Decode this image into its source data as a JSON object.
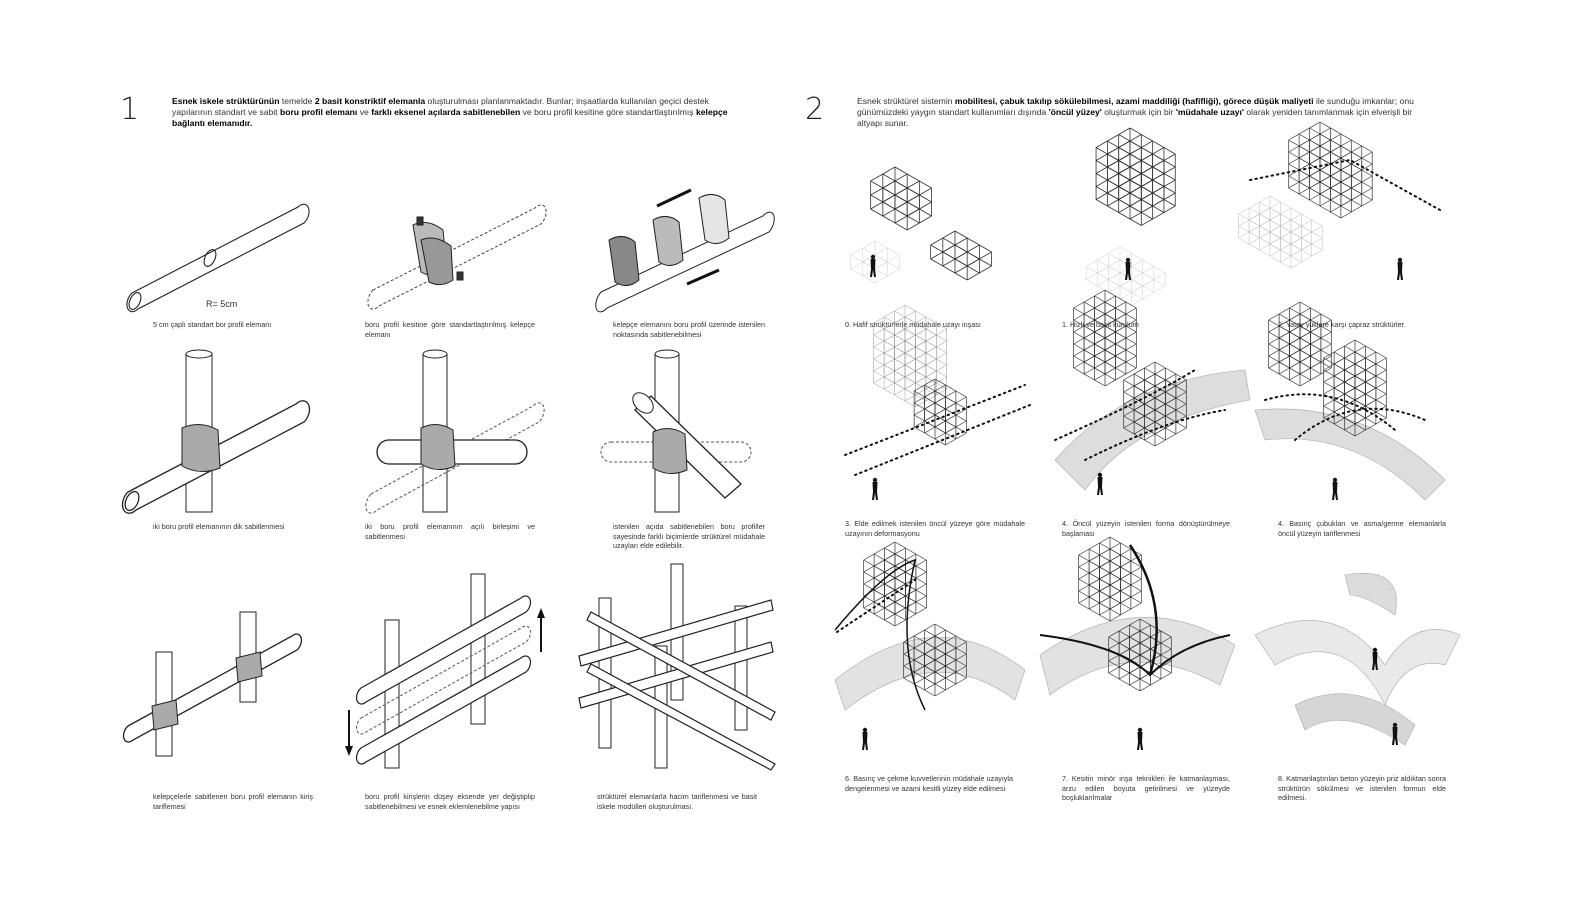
{
  "section1": {
    "number": "1",
    "intro": {
      "p1": "Esnek iskele strüktürünün",
      "p2": " temelde ",
      "p3": "2 basit konstriktif elemanla",
      "p4": " oluşturulması planlanmaktadır. Bunlar; inşaatlarda kullanılan geçici destek yapılarının standart ve sabit ",
      "p5": "boru profil elemanı",
      "p6": " ve ",
      "p7": "farklı eksenel açılarda sabitlenebilen",
      "p8": " ve boru profil kesitine göre standartlaştırılmış ",
      "p9": "kelepçe bağlantı elemanıdır."
    },
    "radius_label": "R= 5cm",
    "captions": [
      "5 cm çaplı standart bor profil elemanı",
      "boru profil kesitine göre standartlaştırılmış kelepçe elemanı",
      "kelepçe elemanını boru profil üzerinde istenilen noktasında sabitlenebilmesi",
      "iki boru profil elemanının dik sabitlenmesi",
      "iki boru profil elemanının açılı birleşimi ve sabitlenmesi",
      "istenilen açıda sabitlenebilen boru profiller sayesinde farklı biçimlerde strüktürel müdahale uzayları elde edilebilir.",
      "kelepçelerle sabitlenen boru profil elemanın kiriş tariflemesi",
      "boru profil kirişlerin düşey eksende yer değiştiplip sabitlenebilmesi ve esnek eklemlenebilme yapısı",
      "strüktürel elemanlarla hacim tariflenmesi ve basit iskele modülleri oluşturulması."
    ]
  },
  "section2": {
    "number": "2",
    "intro": {
      "p1": "Esnek strüktürel sistemin ",
      "p2": "mobilitesi, çabuk takılıp sökülebilmesi, azami maddiliği (hafifliği), görece düşük maliyeti",
      "p3": " ile sunduğu imkanlar; onu günümüzdeki yaygın standart kullanımları dışında ",
      "p4": "'öncül yüzey'",
      "p5": " oluşturmak için bir ",
      "p6": "'müdahale uzayı'",
      "p7": " olarak yeniden tanımlanmak için elverişli bir altyapı sunar."
    },
    "captions": [
      "0. Hafif strüktürlerle müdahale uzayı inşası",
      "1. Hızlı ve basit kurulum",
      "2. Yatay yüklere karşı çapraz strüktürler",
      "3. Elde edilmek istenilen öncül yüzeye göre müdahale uzayının deformasyonu",
      "4. Öncül yüzeyin istenilen forma dönüştürülmeye başlaması",
      "4. Basınç çubukları ve asma/germe elemanlarla öncül yüzeyin tariflenmesi",
      "6. Basınç ve çekme kuvvetlerinin müdahale uzayıyla dengelenmesi ve azami kesitli yüzey elde edilmesi",
      "7. Kesitin minör inşa teknikleri ile katmanlaşması, arzu edilen boyuta getirilmesi ve yüzeyde boşluklarılmalar",
      "8. Katmanlaştırılan beton yüzeyin priz aldıktan sonra strüktürün sökülmesi ve istenilen formun elde edilmesi."
    ]
  }
}
